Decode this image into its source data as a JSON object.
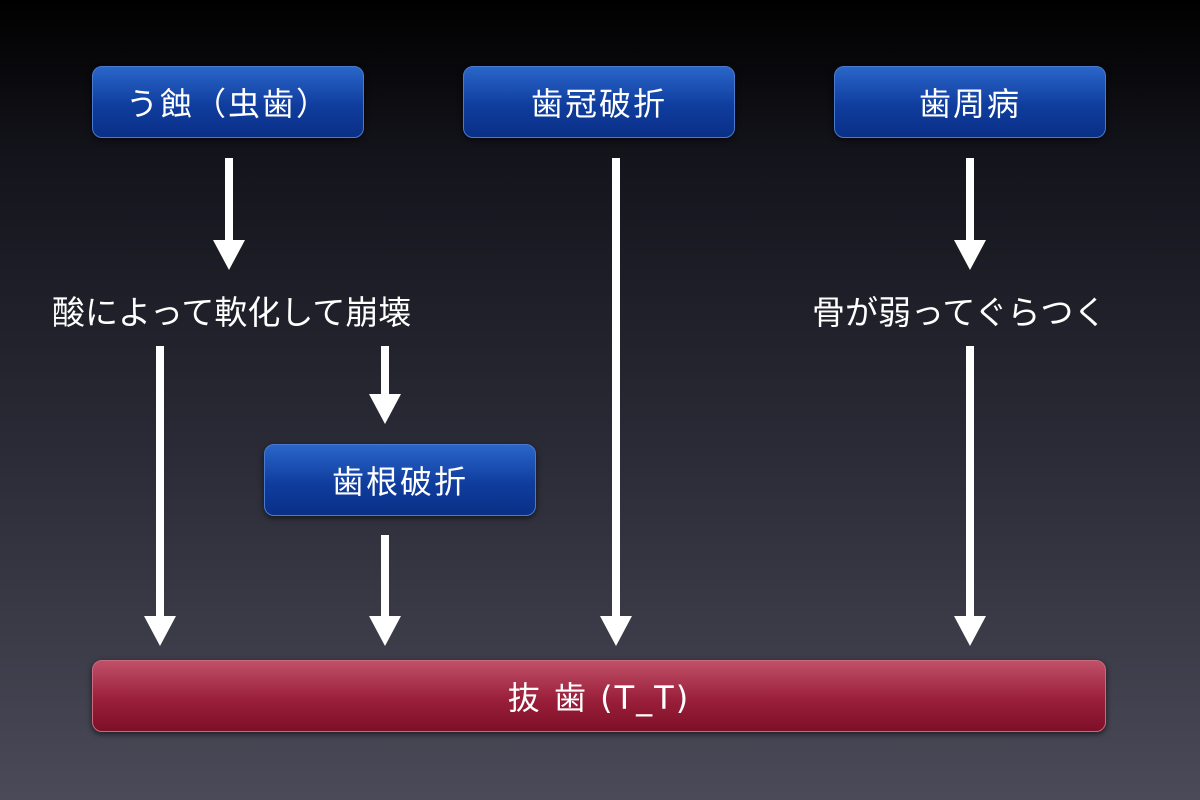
{
  "causes": {
    "caries": "う蝕（虫歯）",
    "crown_fracture": "歯冠破折",
    "periodontal": "歯周病"
  },
  "intermediate": {
    "caries_effect": "酸によって軟化して崩壊",
    "periodontal_effect": "骨が弱ってぐらつく",
    "root_fracture": "歯根破折"
  },
  "result": {
    "extraction": "抜 歯 (T_T)"
  },
  "colors": {
    "cause_box": "#0f3d9e",
    "result_box": "#9a1f3a",
    "arrow": "#ffffff"
  }
}
